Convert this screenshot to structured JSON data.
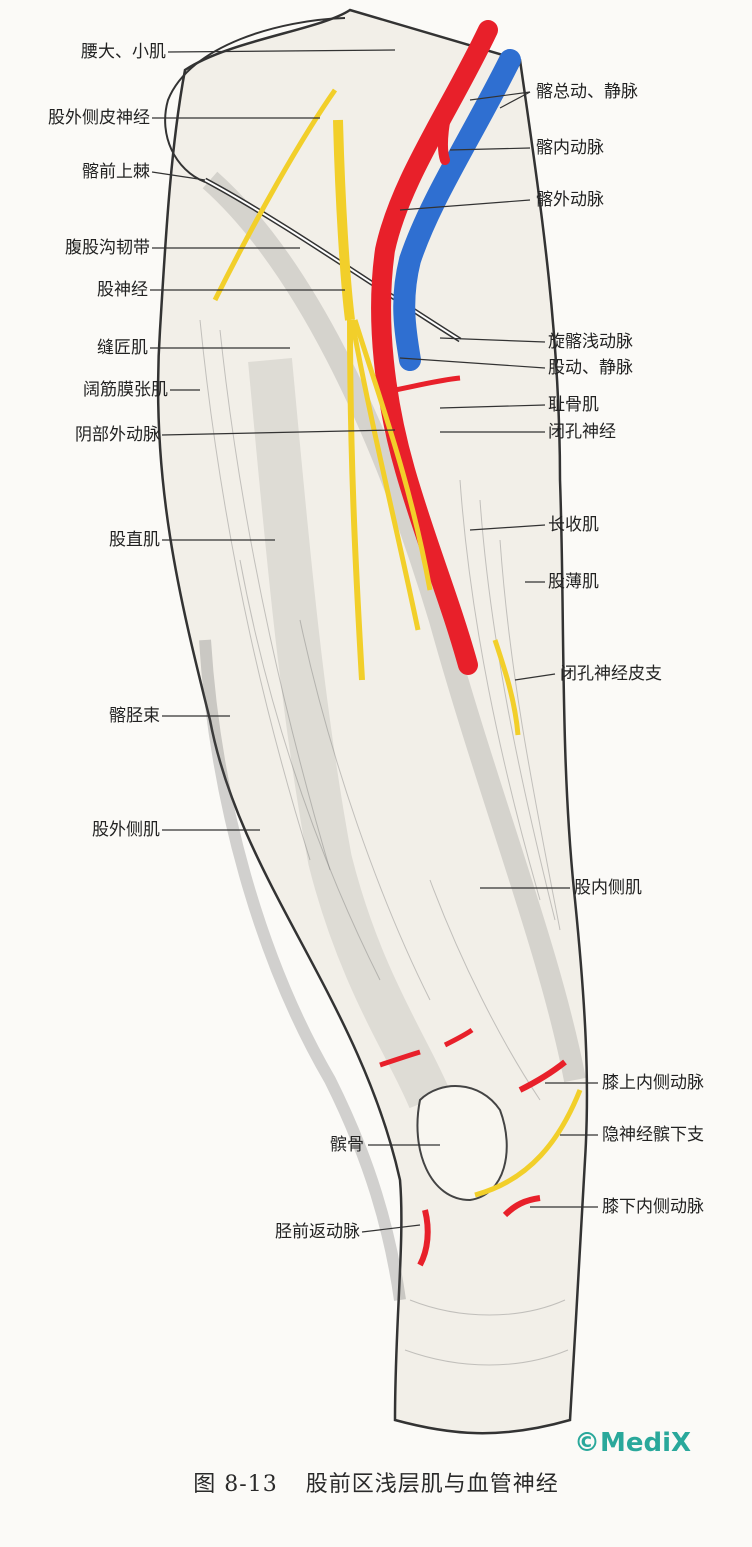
{
  "labels_left": [
    {
      "id": "psoas",
      "text": "腰大、小肌"
    },
    {
      "id": "lat-fem-cut-nerve",
      "text": "股外侧皮神经"
    },
    {
      "id": "asis",
      "text": "髂前上棘"
    },
    {
      "id": "inguinal-lig",
      "text": "腹股沟韧带"
    },
    {
      "id": "femoral-nerve",
      "text": "股神经"
    },
    {
      "id": "sartorius",
      "text": "缝匠肌"
    },
    {
      "id": "tfl",
      "text": "阔筋膜张肌"
    },
    {
      "id": "ext-pudendal",
      "text": "阴部外动脉"
    },
    {
      "id": "rectus-femoris",
      "text": "股直肌"
    },
    {
      "id": "it-tract",
      "text": "髂胫束"
    },
    {
      "id": "vastus-lateralis",
      "text": "股外侧肌"
    },
    {
      "id": "patella",
      "text": "髌骨"
    },
    {
      "id": "ant-tibial-recurrent",
      "text": "胫前返动脉"
    }
  ],
  "labels_right": [
    {
      "id": "common-iliac",
      "text": "髂总动、静脉"
    },
    {
      "id": "internal-iliac",
      "text": "髂内动脉"
    },
    {
      "id": "external-iliac",
      "text": "髂外动脉"
    },
    {
      "id": "superficial-circumflex",
      "text": "旋髂浅动脉"
    },
    {
      "id": "femoral-vessels",
      "text": "股动、静脉"
    },
    {
      "id": "pectineus",
      "text": "耻骨肌"
    },
    {
      "id": "obturator-nerve",
      "text": "闭孔神经"
    },
    {
      "id": "adductor-longus",
      "text": "长收肌"
    },
    {
      "id": "gracilis",
      "text": "股薄肌"
    },
    {
      "id": "obturator-cut-branch",
      "text": "闭孔神经皮支"
    },
    {
      "id": "vastus-medialis",
      "text": "股内侧肌"
    },
    {
      "id": "sup-medial-genicular",
      "text": "膝上内侧动脉"
    },
    {
      "id": "infrapatellar-saphenous",
      "text": "隐神经髌下支"
    },
    {
      "id": "inf-medial-genicular",
      "text": "膝下内侧动脉"
    }
  ],
  "caption": {
    "figure_no": "图 8-13",
    "title": "股前区浅层肌与血管神经"
  },
  "watermark": "©MediX",
  "colors": {
    "artery": "#e8202a",
    "vein": "#2f6fd1",
    "nerve": "#f2cf2a",
    "ink": "#333333",
    "watermark": "#2aa89b"
  }
}
